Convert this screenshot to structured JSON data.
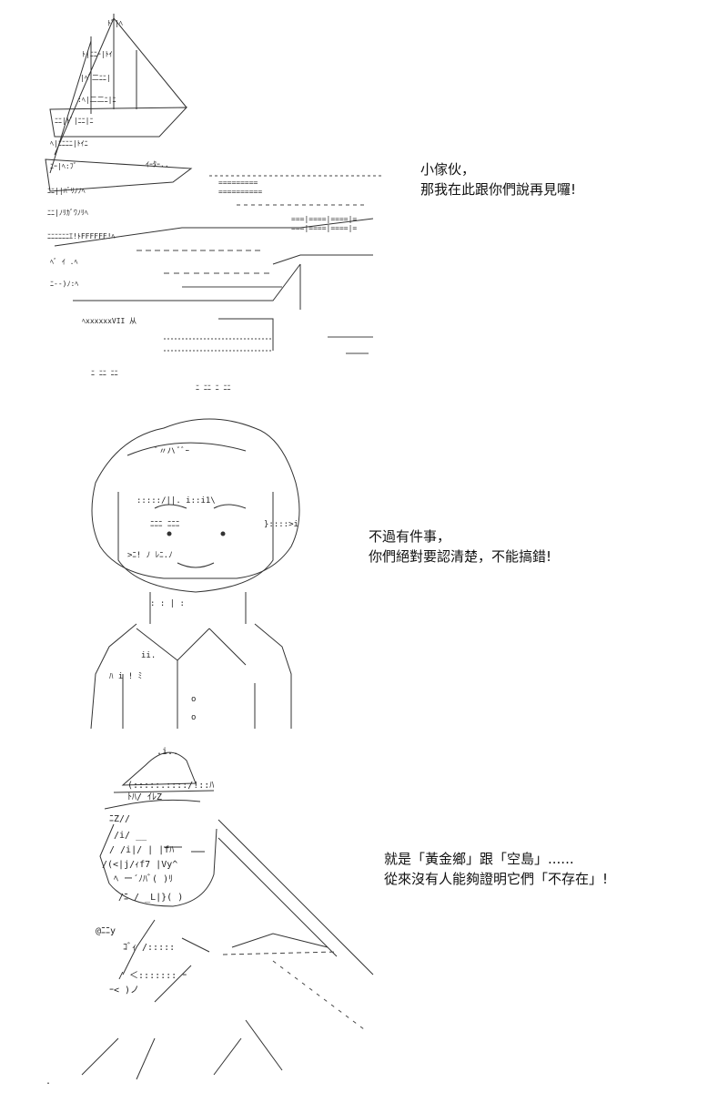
{
  "panels": [
    {
      "art": "ship-harbor-ascii-art",
      "lines": [
        "小傢伙，",
        "那我在此跟你們說再見囉!"
      ]
    },
    {
      "art": "character-portrait-ascii-art",
      "lines": [
        "不過有件事，",
        "你們絕對要認清楚，不能搞錯!"
      ]
    },
    {
      "art": "pointing-character-ascii-art",
      "lines": [
        "就是「黃金鄉」跟「空島」......",
        "從來沒有人能夠證明它們「不存在」!"
      ]
    }
  ]
}
